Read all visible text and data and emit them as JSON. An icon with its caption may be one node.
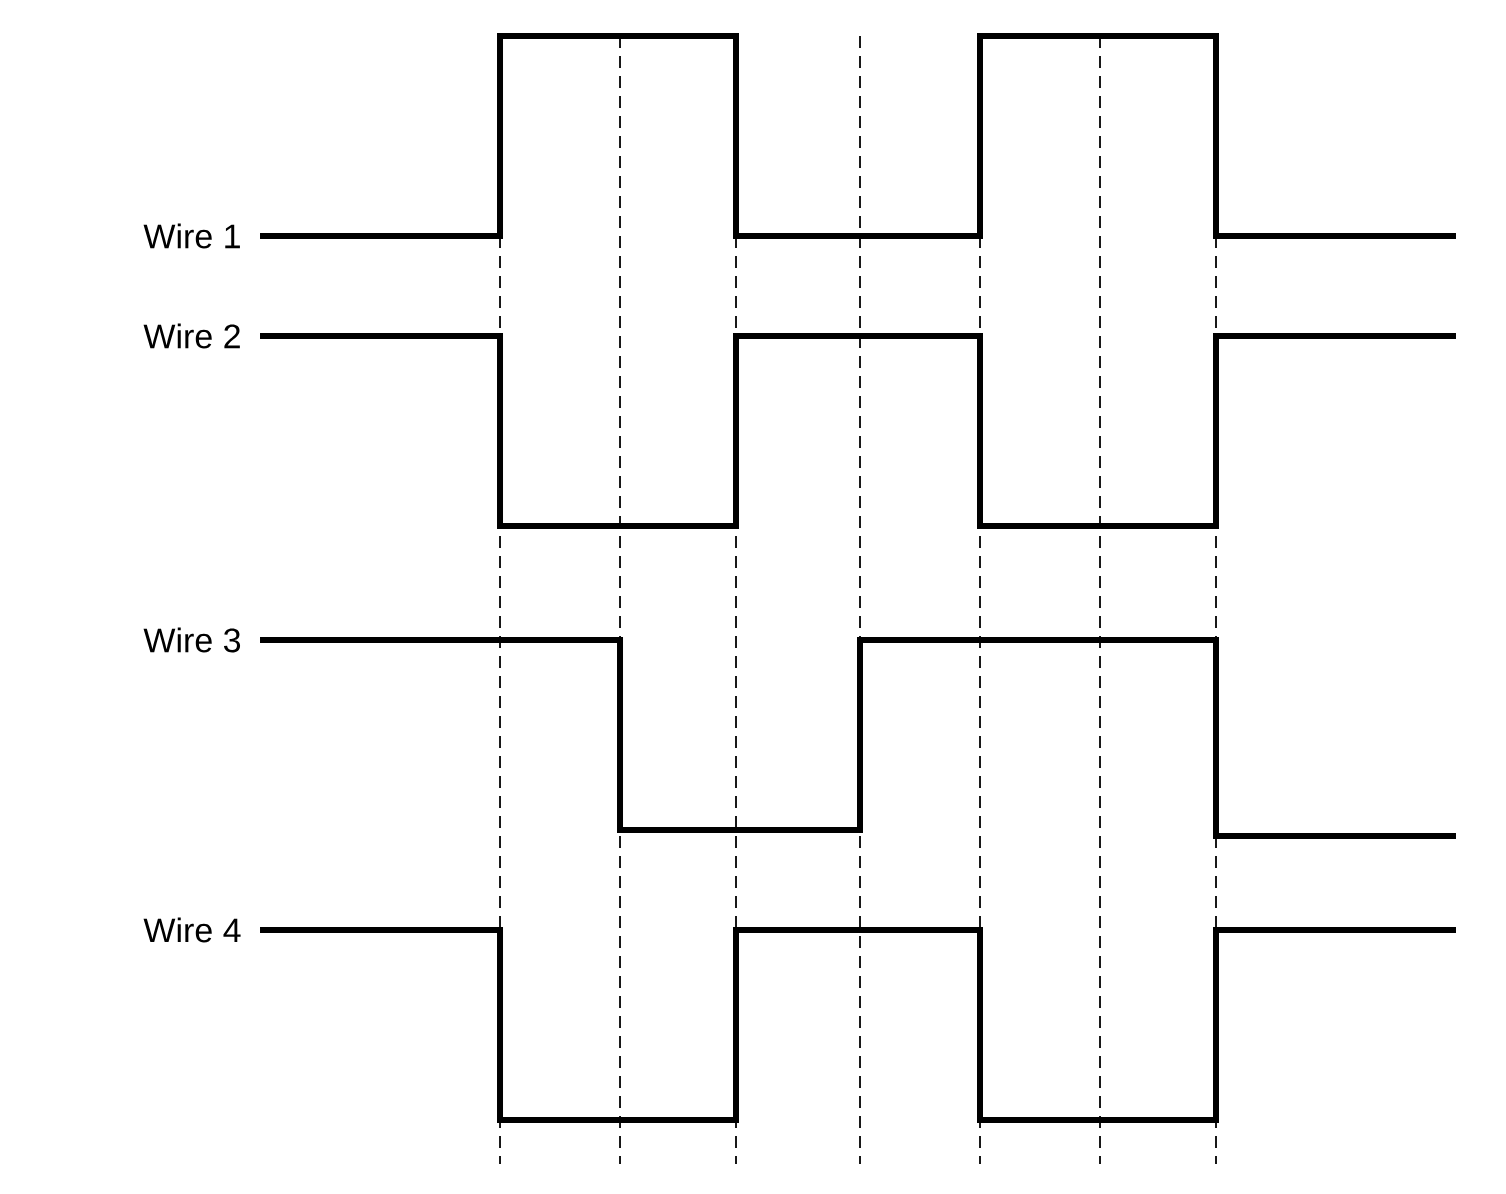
{
  "diagram": {
    "labels": [
      "Wire 1",
      "Wire 2",
      "Wire 3",
      "Wire 4"
    ]
  }
}
